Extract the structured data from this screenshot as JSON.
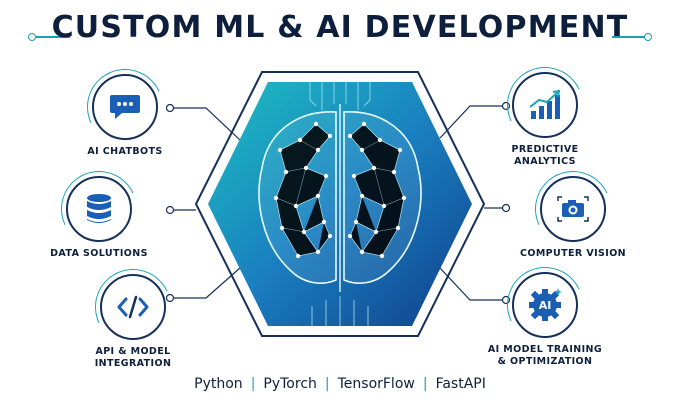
{
  "title": "CUSTOM ML & AI DEVELOPMENT",
  "colors": {
    "navy": "#0d1f3c",
    "teal": "#1aa5b8",
    "blue": "#1a5fb4"
  },
  "features_left": [
    {
      "label": "AI CHATBOTS",
      "icon": "chat-bubble-icon"
    },
    {
      "label": "DATA SOLUTIONS",
      "icon": "database-icon"
    },
    {
      "label": "API & MODEL INTEGRATION",
      "icon": "code-brackets-icon"
    }
  ],
  "features_right": [
    {
      "label": "PREDICTIVE ANALYTICS",
      "icon": "bar-chart-trend-icon"
    },
    {
      "label": "COMPUTER VISION",
      "icon": "camera-icon"
    },
    {
      "label": "AI MODEL TRAINING & OPTIMIZATION",
      "icon": "ai-gear-icon"
    }
  ],
  "ai_badge": "AI",
  "tech_stack": [
    "Python",
    "PyTorch",
    "TensorFlow",
    "FastAPI"
  ],
  "tech_separator": "|",
  "center_icon": "neural-brain-icon"
}
